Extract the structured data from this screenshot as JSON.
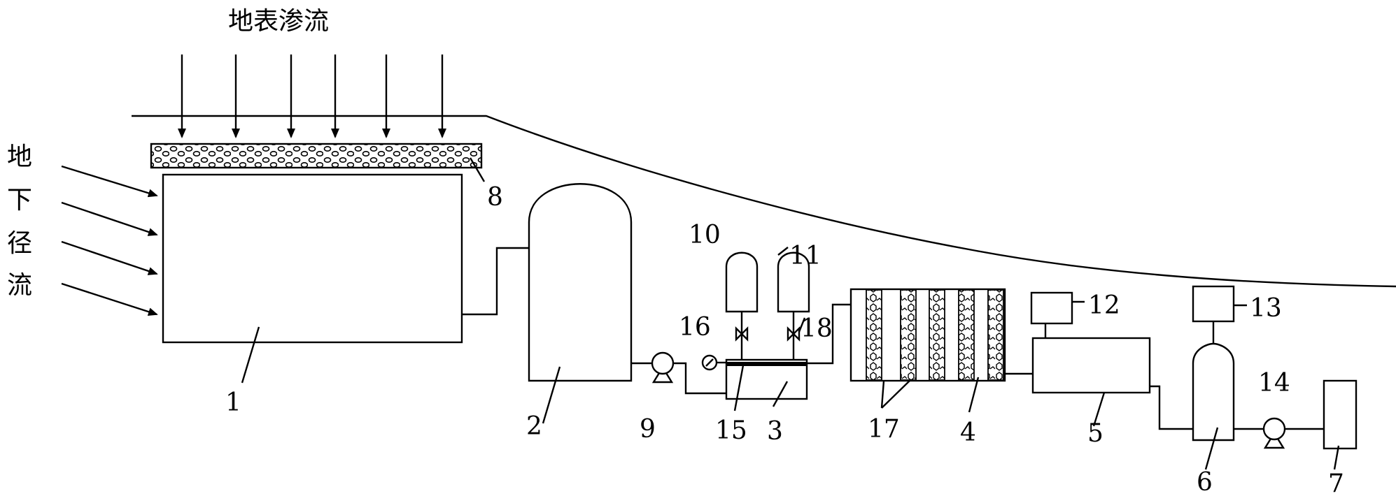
{
  "labels": {
    "top_runoff": "地表渗流",
    "side_runoff": [
      "地",
      "下",
      "径",
      "流"
    ],
    "n1": "1",
    "n2": "2",
    "n3": "3",
    "n4": "4",
    "n5": "5",
    "n6": "6",
    "n7": "7",
    "n8": "8",
    "n9": "9",
    "n10": "10",
    "n11": "11",
    "n12": "12",
    "n13": "13",
    "n14": "14",
    "n15": "15",
    "n16": "16",
    "n17": "17",
    "n18": "18"
  }
}
